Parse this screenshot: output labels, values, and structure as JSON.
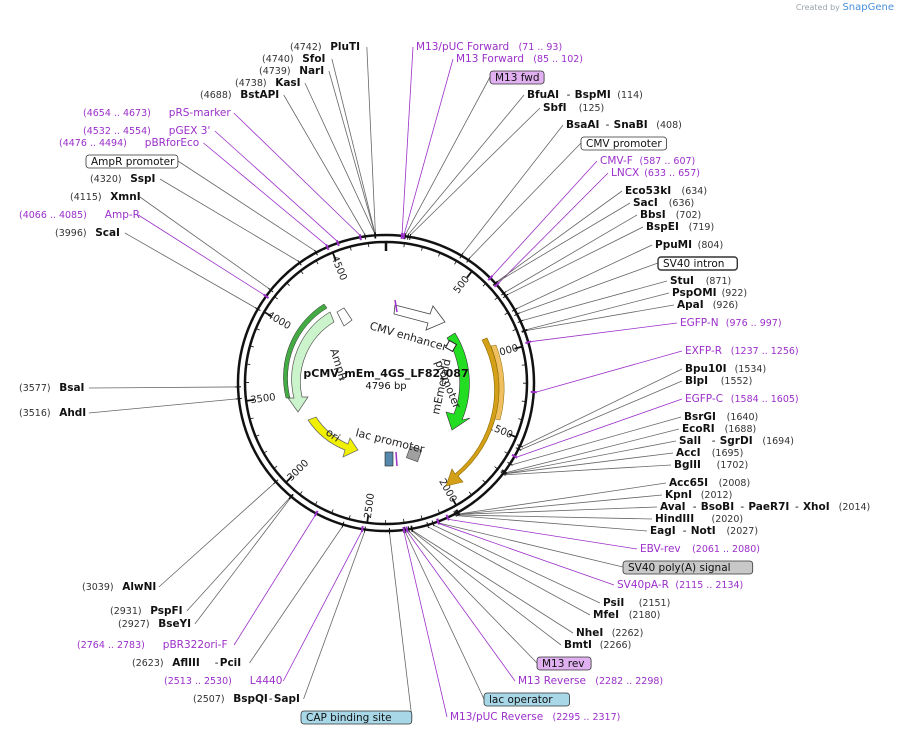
{
  "credit": {
    "prefix": "Created by",
    "brand": "SnapGene"
  },
  "plasmid": {
    "name": "pCMV_mEm_4GS_LF82_087",
    "size": "4796 bp"
  },
  "colors": {
    "site": "#000000",
    "primer": "#9b2fc9",
    "feature_line": "#555555",
    "primer_line": "#9b2fc9",
    "ring": "#111111",
    "pos": "#444444",
    "mEmerald": "#22dd22",
    "ampR": "#ccf4cc",
    "ori": "#f0f000",
    "orange": "#d4a017",
    "gray_box": "#a0a0a0"
  },
  "ticks": [
    "500",
    "1000",
    "1500",
    "2000",
    "2500",
    "3000",
    "3500",
    "4000",
    "4500"
  ],
  "inner_features": [
    {
      "name": "CMV enhancer"
    },
    {
      "name": "promoter"
    },
    {
      "name": "mEmerald"
    },
    {
      "name": "lac promoter"
    },
    {
      "name": "ori"
    },
    {
      "name": "AmpR"
    }
  ],
  "labels": [
    {
      "id": "PluTI",
      "name": "PluTI",
      "pos": "(4742)",
      "kind": "site"
    },
    {
      "id": "SfoI",
      "name": "SfoI",
      "pos": "(4740)",
      "kind": "site"
    },
    {
      "id": "NarI",
      "name": "NarI",
      "pos": "(4739)",
      "kind": "site"
    },
    {
      "id": "KasI",
      "name": "KasI",
      "pos": "(4738)",
      "kind": "site"
    },
    {
      "id": "BstAPI",
      "name": "BstAPI",
      "pos": "(4688)",
      "kind": "site"
    },
    {
      "id": "pRS-marker",
      "name": "pRS-marker",
      "pos": "(4654 .. 4673)",
      "kind": "primer"
    },
    {
      "id": "pGEX3",
      "name": "pGEX 3'",
      "pos": "(4532 .. 4554)",
      "kind": "primer"
    },
    {
      "id": "pBRforEco",
      "name": "pBRforEco",
      "pos": "(4476 .. 4494)",
      "kind": "primer"
    },
    {
      "id": "AmpRpromoter",
      "name": "AmpR promoter",
      "pos": "",
      "kind": "box-white"
    },
    {
      "id": "SspI",
      "name": "SspI",
      "pos": "(4320)",
      "kind": "site"
    },
    {
      "id": "XmnI",
      "name": "XmnI",
      "pos": "(4115)",
      "kind": "site"
    },
    {
      "id": "Amp-R",
      "name": "Amp-R",
      "pos": "(4066 .. 4085)",
      "kind": "primer"
    },
    {
      "id": "ScaI",
      "name": "ScaI",
      "pos": "(3996)",
      "kind": "site"
    },
    {
      "id": "BsaI",
      "name": "BsaI",
      "pos": "(3577)",
      "kind": "site"
    },
    {
      "id": "AhdI",
      "name": "AhdI",
      "pos": "(3516)",
      "kind": "site"
    },
    {
      "id": "AlwNI",
      "name": "AlwNI",
      "pos": "(3039)",
      "kind": "site"
    },
    {
      "id": "PspFI",
      "name": "PspFI",
      "pos": "(2931)",
      "kind": "site"
    },
    {
      "id": "BseYI",
      "name": "BseYI",
      "pos": "(2927)",
      "kind": "site"
    },
    {
      "id": "pBR322ori-F",
      "name": "pBR322ori-F",
      "pos": "(2764 .. 2783)",
      "kind": "primer"
    },
    {
      "id": "AflIII",
      "name": "AflIII",
      "name2": "PciI",
      "pos": "(2623)",
      "kind": "site"
    },
    {
      "id": "L4440",
      "name": "L4440",
      "pos": "(2513 .. 2530)",
      "kind": "primer"
    },
    {
      "id": "BspQI",
      "name": "BspQI",
      "name2": "SapI",
      "pos": "(2507)",
      "kind": "site"
    },
    {
      "id": "CAP",
      "name": "CAP binding site",
      "pos": "",
      "kind": "box-blue"
    },
    {
      "id": "M13pUCFwd",
      "name": "M13/pUC Forward",
      "pos": "(71 .. 93)",
      "kind": "primer"
    },
    {
      "id": "M13Fwd",
      "name": "M13 Forward",
      "pos": "(85 .. 102)",
      "kind": "primer"
    },
    {
      "id": "M13fwd",
      "name": "M13 fwd",
      "pos": "",
      "kind": "box-purple"
    },
    {
      "id": "BfuAI",
      "name": "BfuAI",
      "name2": "BspMI",
      "pos": "(114)",
      "kind": "site"
    },
    {
      "id": "SbfI",
      "name": "SbfI",
      "pos": "(125)",
      "kind": "site"
    },
    {
      "id": "BsaAI",
      "name": "BsaAI",
      "name2": "SnaBI",
      "pos": "(408)",
      "kind": "site"
    },
    {
      "id": "CMVpromoter",
      "name": "CMV promoter",
      "pos": "",
      "kind": "box-white"
    },
    {
      "id": "CMV-F",
      "name": "CMV-F",
      "pos": "(587 .. 607)",
      "kind": "primer"
    },
    {
      "id": "LNCX",
      "name": "LNCX",
      "pos": "(633 .. 657)",
      "kind": "primer"
    },
    {
      "id": "Eco53kI",
      "name": "Eco53kI",
      "pos": "(634)",
      "kind": "site"
    },
    {
      "id": "SacI",
      "name": "SacI",
      "pos": "(636)",
      "kind": "site"
    },
    {
      "id": "BbsI",
      "name": "BbsI",
      "pos": "(702)",
      "kind": "site"
    },
    {
      "id": "BspEI",
      "name": "BspEI",
      "pos": "(719)",
      "kind": "site"
    },
    {
      "id": "PpuMI",
      "name": "PpuMI",
      "pos": "(804)",
      "kind": "site"
    },
    {
      "id": "SV40intron",
      "name": "SV40 intron",
      "pos": "",
      "kind": "box-white-bold"
    },
    {
      "id": "StuI",
      "name": "StuI",
      "pos": "(871)",
      "kind": "site"
    },
    {
      "id": "PspOMI",
      "name": "PspOMI",
      "pos": "(922)",
      "kind": "site"
    },
    {
      "id": "ApaI",
      "name": "ApaI",
      "pos": "(926)",
      "kind": "site"
    },
    {
      "id": "EGFP-N",
      "name": "EGFP-N",
      "pos": "(976 .. 997)",
      "kind": "primer"
    },
    {
      "id": "EXFP-R",
      "name": "EXFP-R",
      "pos": "(1237 .. 1256)",
      "kind": "primer"
    },
    {
      "id": "Bpu10I",
      "name": "Bpu10I",
      "pos": "(1534)",
      "kind": "site"
    },
    {
      "id": "BlpI",
      "name": "BlpI",
      "pos": "(1552)",
      "kind": "site"
    },
    {
      "id": "EGFP-C",
      "name": "EGFP-C",
      "pos": "(1584 .. 1605)",
      "kind": "primer"
    },
    {
      "id": "BsrGI",
      "name": "BsrGI",
      "pos": "(1640)",
      "kind": "site"
    },
    {
      "id": "EcoRI",
      "name": "EcoRI",
      "pos": "(1688)",
      "kind": "site"
    },
    {
      "id": "SalI",
      "name": "SalI",
      "name2": "SgrDI",
      "pos": "(1694)",
      "kind": "site"
    },
    {
      "id": "AccI",
      "name": "AccI",
      "pos": "(1695)",
      "kind": "site"
    },
    {
      "id": "BglII",
      "name": "BglII",
      "pos": "(1702)",
      "kind": "site"
    },
    {
      "id": "Acc65I",
      "name": "Acc65I",
      "pos": "(2008)",
      "kind": "site"
    },
    {
      "id": "KpnI",
      "name": "KpnI",
      "pos": "(2012)",
      "kind": "site"
    },
    {
      "id": "AvaI",
      "name": "AvaI",
      "name2": "BsoBI",
      "name3": "PaeR7I",
      "name4": "XhoI",
      "pos": "(2014)",
      "kind": "site"
    },
    {
      "id": "HindIII",
      "name": "HindIII",
      "pos": "(2020)",
      "kind": "site"
    },
    {
      "id": "EagI",
      "name": "EagI",
      "name2": "NotI",
      "pos": "(2027)",
      "kind": "site"
    },
    {
      "id": "EBV-rev",
      "name": "EBV-rev",
      "pos": "(2061 .. 2080)",
      "kind": "primer"
    },
    {
      "id": "SV40polyA",
      "name": "SV40 poly(A) signal",
      "pos": "",
      "kind": "box-gray"
    },
    {
      "id": "SV40pA-R",
      "name": "SV40pA-R",
      "pos": "(2115 .. 2134)",
      "kind": "primer"
    },
    {
      "id": "PsiI",
      "name": "PsiI",
      "pos": "(2151)",
      "kind": "site"
    },
    {
      "id": "MfeI",
      "name": "MfeI",
      "pos": "(2180)",
      "kind": "site"
    },
    {
      "id": "NheI",
      "name": "NheI",
      "pos": "(2262)",
      "kind": "site"
    },
    {
      "id": "BmtI",
      "name": "BmtI",
      "pos": "(2266)",
      "kind": "site"
    },
    {
      "id": "M13rev",
      "name": "M13 rev",
      "pos": "",
      "kind": "box-purple"
    },
    {
      "id": "M13Reverse",
      "name": "M13 Reverse",
      "pos": "(2282 .. 2298)",
      "kind": "primer"
    },
    {
      "id": "lacoperator",
      "name": "lac operator",
      "pos": "",
      "kind": "box-blue"
    },
    {
      "id": "M13pUCRev",
      "name": "M13/pUC Reverse",
      "pos": "(2295 .. 2317)",
      "kind": "primer"
    }
  ]
}
